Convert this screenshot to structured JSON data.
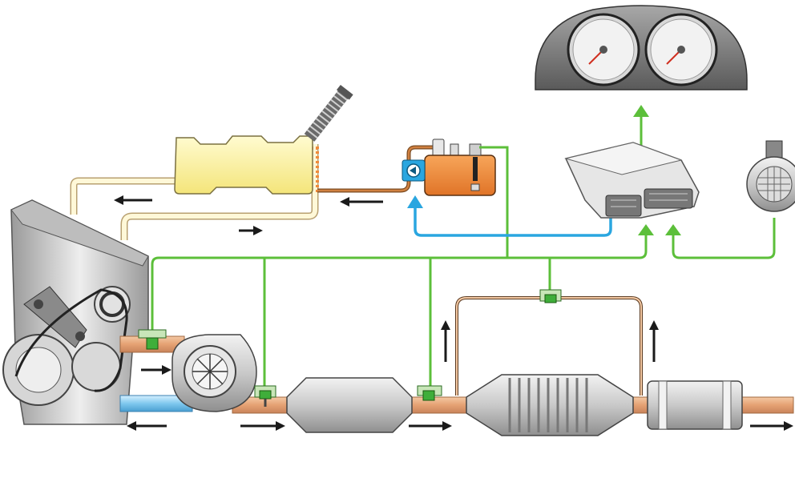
{
  "diagram": {
    "components": [
      {
        "name": "engine",
        "icon": "engine-block-icon"
      },
      {
        "name": "turbocharger",
        "icon": "turbo-icon"
      },
      {
        "name": "fuel-tank",
        "icon": "fuel-tank-icon"
      },
      {
        "name": "additive-tank",
        "icon": "additive-tank-icon"
      },
      {
        "name": "additive-pump",
        "icon": "pump-icon"
      },
      {
        "name": "ecu",
        "icon": "ecu-module-icon"
      },
      {
        "name": "instrument-cluster",
        "icon": "gauge-cluster-icon"
      },
      {
        "name": "airflow-meter",
        "icon": "maf-sensor-icon"
      },
      {
        "name": "oxidation-catalyst",
        "icon": "catalyst-icon"
      },
      {
        "name": "particulate-filter",
        "icon": "dpf-icon"
      },
      {
        "name": "silencer",
        "icon": "muffler-icon"
      }
    ],
    "colors": {
      "signal": "#5cbf3a",
      "control": "#2aa6e0",
      "exhaust": "#e2a070",
      "intake": "#7fc8ee",
      "fuel_tank": "#fbf1a0",
      "additive": "#f08a3a",
      "arrow": "#1a1a1a",
      "sensor": "#3fae3a"
    }
  }
}
